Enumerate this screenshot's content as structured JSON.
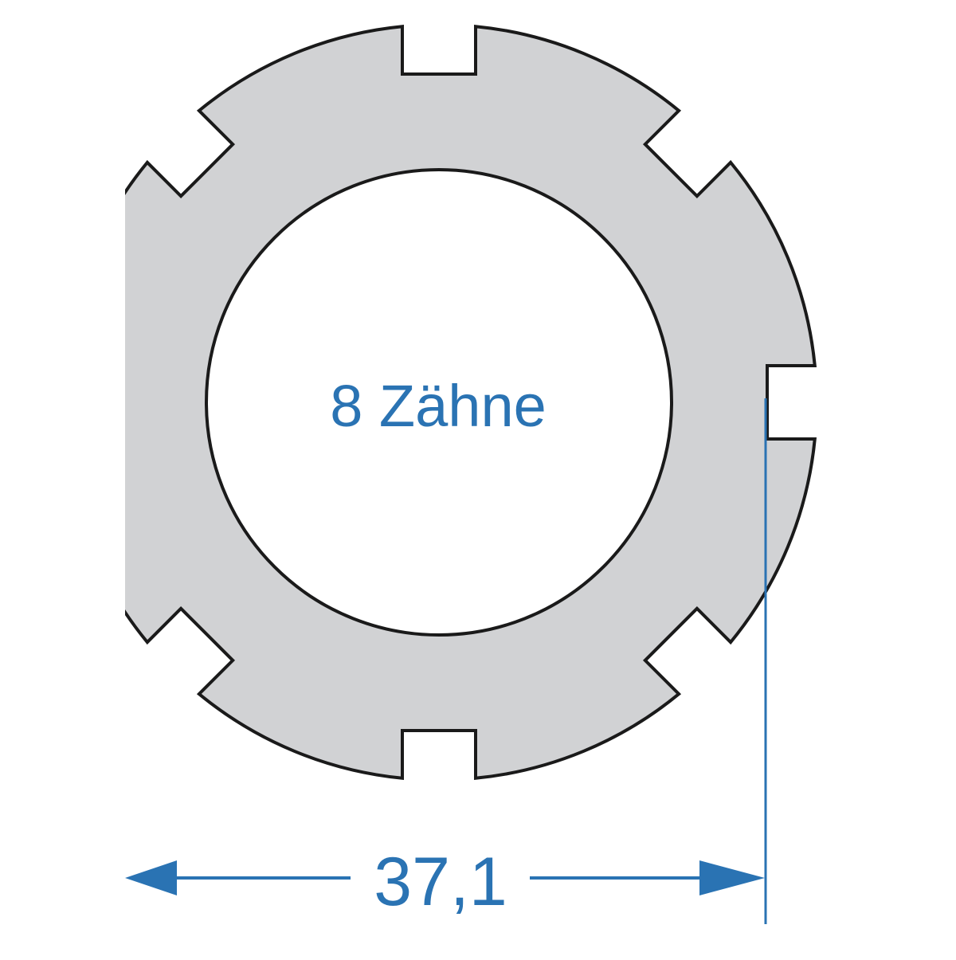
{
  "diagram": {
    "type": "slotted-ring-nut",
    "center_label": "8 Zähne",
    "dimension_label": "37,1",
    "teeth_count": 8,
    "colors": {
      "fill": "#d1d2d4",
      "outline": "#1a1a1a",
      "accent": "#2a73b3",
      "background": "#ffffff"
    }
  }
}
